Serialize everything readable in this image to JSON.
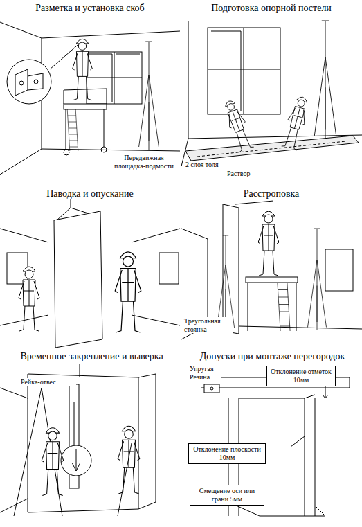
{
  "diagram": {
    "nodes": [
      {
        "text": [
          "Отклонение отметок 10мм"
        ]
      },
      {
        "text": [
          "Отклонение плоскости 10мм"
        ]
      },
      {
        "text": [
          "Смещение оси или грани 5мм"
        ]
      }
    ],
    "labels": [
      "Разметка и установка скоб",
      "Подготовка опорной постели",
      "Передвижная площадка-подмости",
      "2 слоя толя",
      "Раствор",
      "Наводка и опускание",
      "Расстроповка",
      "Треугольная стоянка",
      "Временное закрепление и выверка",
      "Допуски при монтаже перегородок",
      "Рейка-отвес",
      "Упругая Резина"
    ]
  }
}
